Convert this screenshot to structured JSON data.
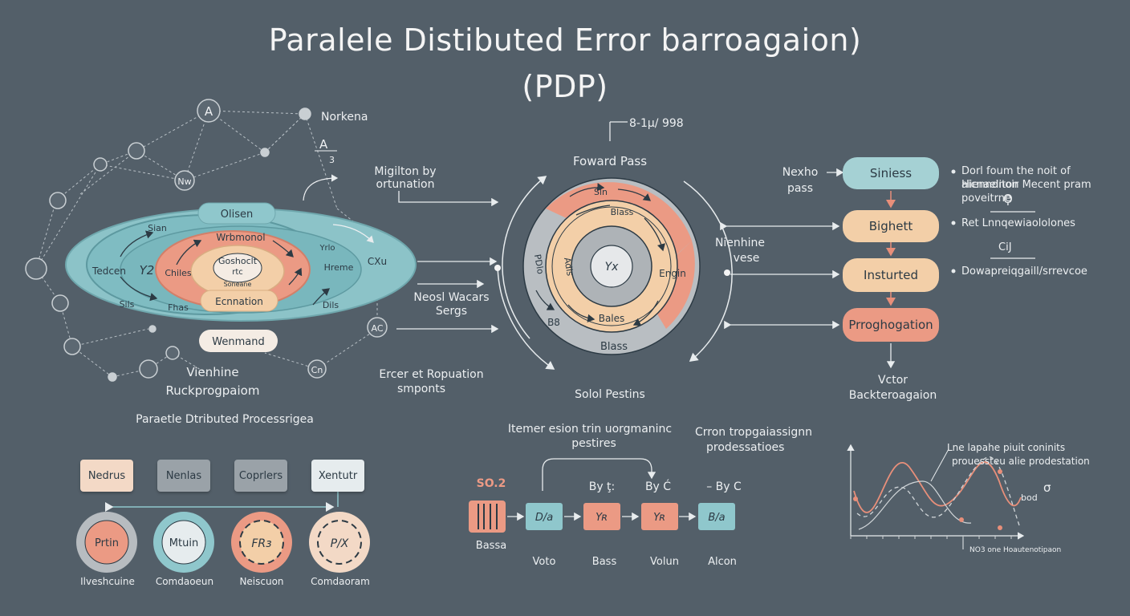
{
  "colors": {
    "background": "#535f69",
    "teal": "#8fc7cc",
    "salmon": "#ec9a85",
    "peach": "#f3cfa6",
    "light": "#f1ede8",
    "gray": "#9aa2a8"
  },
  "title": {
    "line1": "Paralele Distibuted Error barroagaion)",
    "line2": "(PDP)"
  },
  "network": {
    "top_label": "Norkena",
    "a_label": "A",
    "b_label": "3",
    "nw_label": "Nw",
    "ac_label": "AC",
    "cn_label": "Cn",
    "outer_left": "Tedcen",
    "outer_top": "Sian",
    "outer_bottom_left": "Sils",
    "outer_right": "CXu",
    "teal_top": "Olisen",
    "y2": "Y2",
    "mid_top": "Wrbmonol",
    "mid_left": "Chiles",
    "mid_right": "Hreme",
    "mid_right_top": "Yrlo",
    "core_line1": "Goshoclt",
    "core_line2": "rtc",
    "core_sub": "Soneane",
    "bottom_inner": "Ecnnation",
    "bottom_left": "Fhas",
    "bottom_right": "Dils",
    "bottom_pill": "Wenmand",
    "caption_line1": "Vienhine",
    "caption_line2": "Ruckprogpaiom"
  },
  "connectors": {
    "migration_line1": "Migilton by",
    "migration_line2": "ortunation",
    "neural_line1": "Neosl Wacars",
    "neural_line2": "Sergs",
    "error_line1": "Ercer et Ropuation",
    "error_line2": "smponts"
  },
  "center": {
    "formula": "8-1µ/ 998",
    "top_label": "Foward Pass",
    "left_label": "PDlo",
    "ring_top": "Sln",
    "ring_inner_top": "Blass",
    "ring_left": "Adis",
    "core": "Yx",
    "ring_right": "Engin",
    "inner_bottom": "Bales",
    "outer_bottom": "Blass",
    "bottom_left": "B8",
    "caption": "Solol Pestins"
  },
  "flow": {
    "side_top_line1": "Nexho",
    "side_top_line2": "pass",
    "side_mid_line1": "Nienhine",
    "side_mid_line2": "vese",
    "steps": [
      "Siniess",
      "Bighett",
      "Insturted",
      "Prroghogation"
    ],
    "notes": [
      "Dorl foum the noit of Hienndnoir",
      "aicnaeliton Mecent pram poveitrne",
      "Ret Lnnqewiaololones",
      "Dowapreiqgaill/srrevcoe"
    ],
    "symbols": [
      "Ϙ",
      "CiJ"
    ],
    "bottom_line1": "Vctor",
    "bottom_line2": "Backteroagaion"
  },
  "pdp_section": {
    "title": "Paraetle Dtributed Processrigea",
    "boxes": [
      "Nedrus",
      "Nenlas",
      "Coprlers",
      "Xentutr"
    ],
    "circles": [
      "Prtin",
      "Mtuin",
      "FRз",
      "P/X"
    ],
    "captions": [
      "Ilveshcuine",
      "Comdaoeun",
      "Neiscuon",
      "Comdaoram"
    ]
  },
  "bottom_flow": {
    "title_line1": "Itemer esion trin  uorgmaninc",
    "title_line2": "pestires",
    "right_title_line1": "Crron tropgaiassignn",
    "right_title_line2": "prodessatioes",
    "so_label": "SO.2",
    "by1": "By ţ:",
    "by2": "By Ć",
    "by3": "– By C",
    "nodes": [
      "D/a",
      "Yʀ",
      "Yʀ",
      "B/a"
    ],
    "captions": [
      "Bassa",
      "Voto",
      "Bass",
      "Volun",
      "Alcon"
    ]
  },
  "plot": {
    "note_line1": "Lne lapahe piuit coninits",
    "note_line2": "prouessteu alie prodestation",
    "sigma": "σ",
    "label": "bod",
    "footer": "NO3 one Hoautenotipaon"
  }
}
